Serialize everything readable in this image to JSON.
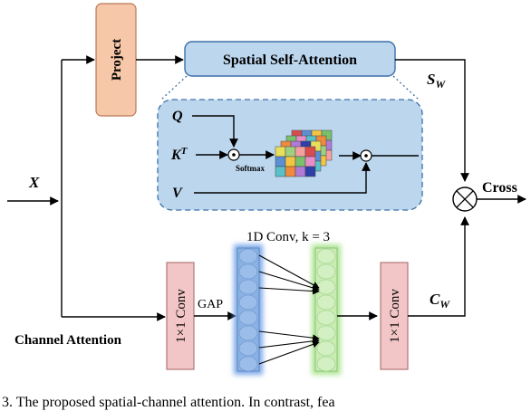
{
  "input_label": "X",
  "project_label": "Project",
  "spatial": {
    "title": "Spatial Self-Attention",
    "q_label": "Q",
    "k_label": "K",
    "k_sup": "T",
    "v_label": "V",
    "softmax_label": "Softmax",
    "output_label": "S",
    "output_sub": "W"
  },
  "channel": {
    "title": "Channel Attention",
    "conv1_label": "1×1 Conv",
    "gap_label": "GAP",
    "conv1d_label": "1D Conv, k = 3",
    "conv2_label": "1×1 Conv",
    "output_label": "C",
    "output_sub": "W"
  },
  "cross_label": "Cross",
  "caption_fragment": "3.  The proposed spatial-channel attention. In contrast, fea",
  "colors": {
    "project_fill": "#f6c7a8",
    "spatial_title_fill": "#bcd6ee",
    "spatial_inner_fill": "#bcd6ee",
    "conv_fill": "#f2c6c6",
    "blue_column": "#8ab1e4",
    "green_column": "#c9ecb4",
    "heatmap": [
      "#d94c4c",
      "#5a8fd6",
      "#f4c542",
      "#7ac06d",
      "#e88dc7",
      "#59c1c9",
      "#f08a3c",
      "#b07ad6",
      "#2e3fa8",
      "#e8e05c",
      "#9fd080",
      "#f4a0a0"
    ]
  }
}
